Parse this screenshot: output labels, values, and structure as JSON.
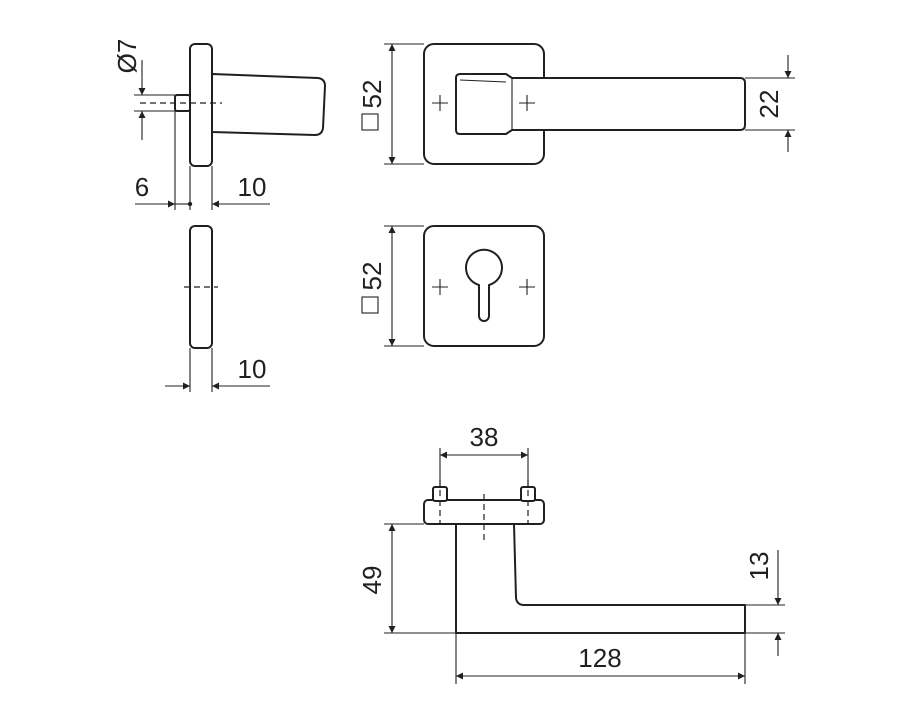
{
  "dimensions": {
    "spindle_diameter": "Ø7",
    "spindle_length": "6",
    "rose_thickness": "10",
    "escutcheon_thickness": "10",
    "rose_square": "52",
    "escutcheon_square": "52",
    "lever_height": "22",
    "fixing_spacing": "38",
    "lever_projection": "49",
    "lever_length": "128",
    "lever_thickness": "13"
  }
}
